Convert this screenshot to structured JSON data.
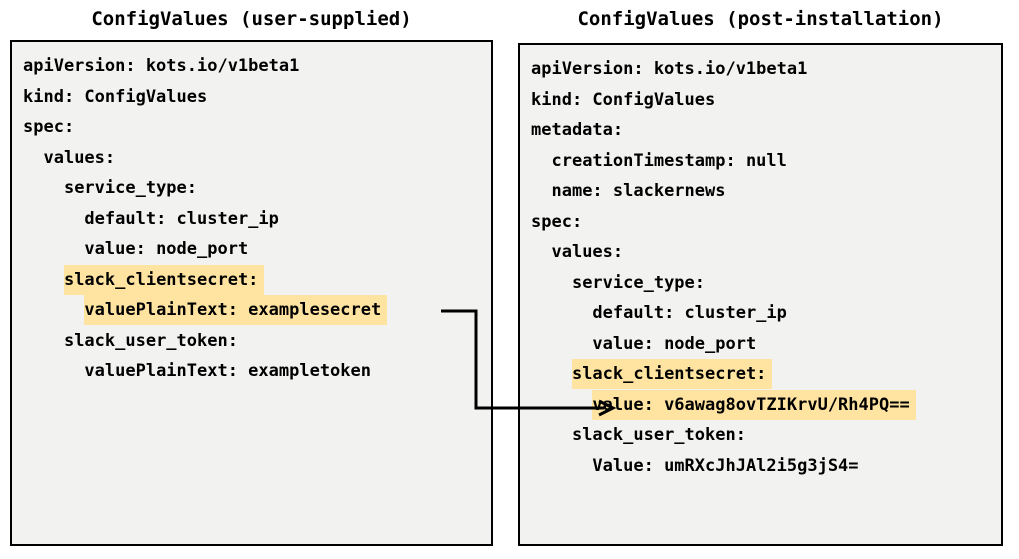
{
  "panels": {
    "left": {
      "title": "ConfigValues (user-supplied)",
      "lines": [
        {
          "text": "apiVersion: kots.io/v1beta1",
          "highlight": false
        },
        {
          "text": "kind: ConfigValues",
          "highlight": false
        },
        {
          "text": "spec:",
          "highlight": false
        },
        {
          "text": "  values:",
          "highlight": false
        },
        {
          "text": "    service_type:",
          "highlight": false
        },
        {
          "text": "      default: cluster_ip",
          "highlight": false
        },
        {
          "text": "      value: node_port",
          "highlight": false
        },
        {
          "text": "    slack_clientsecret:",
          "highlight": true
        },
        {
          "text": "      valuePlainText: examplesecret",
          "highlight": true
        },
        {
          "text": "    slack_user_token:",
          "highlight": false
        },
        {
          "text": "      valuePlainText: exampletoken",
          "highlight": false
        }
      ]
    },
    "right": {
      "title": "ConfigValues (post-installation)",
      "lines": [
        {
          "text": "apiVersion: kots.io/v1beta1",
          "highlight": false
        },
        {
          "text": "kind: ConfigValues",
          "highlight": false
        },
        {
          "text": "metadata:",
          "highlight": false
        },
        {
          "text": "  creationTimestamp: null",
          "highlight": false
        },
        {
          "text": "  name: slackernews",
          "highlight": false
        },
        {
          "text": "spec:",
          "highlight": false
        },
        {
          "text": "  values:",
          "highlight": false
        },
        {
          "text": "    service_type:",
          "highlight": false
        },
        {
          "text": "      default: cluster_ip",
          "highlight": false
        },
        {
          "text": "      value: node_port",
          "highlight": false
        },
        {
          "text": "    slack_clientsecret:",
          "highlight": true
        },
        {
          "text": "      value: v6awag8ovTZIKrvU/Rh4PQ==",
          "highlight": true
        },
        {
          "text": "    slack_user_token:",
          "highlight": false
        },
        {
          "text": "      Value: umRXcJhJAl2i5g3jS4=",
          "highlight": false
        }
      ]
    }
  },
  "connector": {
    "label": "plaintext-to-encrypted-arrow",
    "from": "examplesecret",
    "to": "value: v6awag8ovTZIKrvU/Rh4PQ==",
    "color": "#000000"
  },
  "colors": {
    "highlight": "#ffe3a0",
    "panel_background": "#f2f2f1",
    "border": "#000000",
    "text": "#000000",
    "page_background": "#ffffff"
  }
}
